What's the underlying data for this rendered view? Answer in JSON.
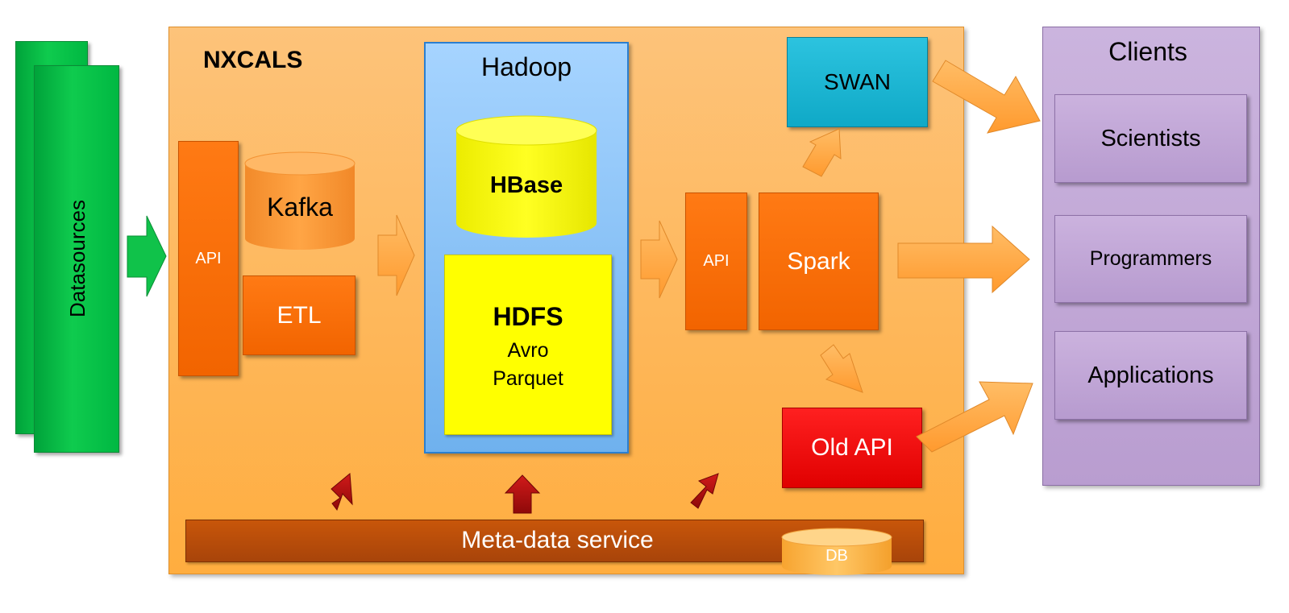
{
  "datasources": {
    "label": "Datasources"
  },
  "nxcals": {
    "title": "NXCALS",
    "ingest_api": "API",
    "kafka": "Kafka",
    "etl": "ETL",
    "hadoop": {
      "title": "Hadoop",
      "hbase": "HBase",
      "hdfs": "HDFS",
      "hdfs_formats": [
        "Avro",
        "Parquet"
      ]
    },
    "extraction_api": "API",
    "spark": "Spark",
    "swan": "SWAN",
    "old_api": "Old API",
    "metadata_service": "Meta-data service",
    "db": "DB"
  },
  "clients": {
    "title": "Clients",
    "items": [
      "Scientists",
      "Programmers",
      "Applications"
    ]
  },
  "colors": {
    "datasources": "#00b842",
    "nxcals_bg": "#ffb347",
    "component": "#ff6a00",
    "hadoop": "#8fc8f8",
    "storage": "#ffff00",
    "swan": "#17b6d4",
    "old_api": "#ee1111",
    "metadata": "#b54a06",
    "clients": "#c1a7d8",
    "flow_arrow": "#ffa640",
    "meta_arrow": "#b40f0f"
  }
}
